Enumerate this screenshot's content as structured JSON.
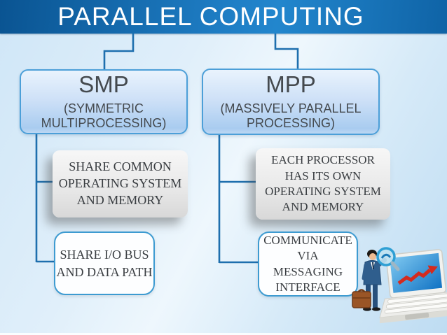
{
  "diagram": {
    "root": {
      "label": "PARALLEL COMPUTING"
    },
    "branches": [
      {
        "abbr": "SMP",
        "full": [
          "(SYMMETRIC",
          "MULTIPROCESSING)"
        ],
        "children": [
          {
            "text": [
              "SHARE COMMON",
              "OPERATING SYSTEM",
              "AND MEMORY"
            ]
          },
          {
            "text": [
              "SHARE I/O BUS",
              "AND DATA PATH"
            ]
          }
        ]
      },
      {
        "abbr": "MPP",
        "full": [
          "(MASSIVELY PARALLEL",
          "PROCESSING)"
        ],
        "children": [
          {
            "text": [
              "EACH PROCESSOR",
              "HAS ITS OWN",
              "OPERATING SYSTEM",
              "AND MEMORY"
            ]
          },
          {
            "text": [
              "COMMUNICATE",
              "VIA",
              "MESSAGING",
              "INTERFACE"
            ]
          }
        ]
      }
    ]
  },
  "clipart": {
    "businessman_icon": "businessman-with-magnifier",
    "laptop_icon": "laptop-with-rising-chart-arrow"
  },
  "colors": {
    "title_bar_top": "#0a5492",
    "title_bar_mid": "#1e7dc4",
    "title_bar_end": "#0f63a6",
    "connector": "#1e6fae",
    "node_border": "#4c9fd8",
    "node_text": "#44494e",
    "chart_arrow_red": "#d42a1e",
    "screen_blue": "#1173c4"
  }
}
